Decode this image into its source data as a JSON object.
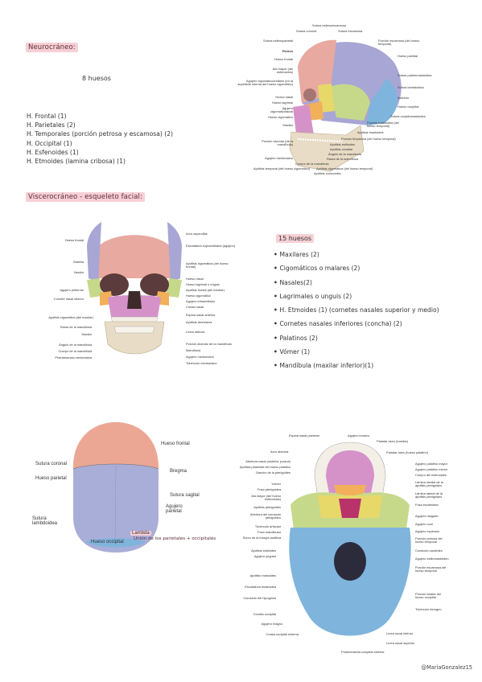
{
  "neuro": {
    "title": "Neurocráneo:",
    "count": "8 huesos",
    "bones": [
      "H. Frontal (1)",
      "H. Parietales (2)",
      "H. Temporales (porción petrosa y escamosa) (2)",
      "H. Occipital (1)",
      "H. Esfenoides (1)",
      "H. Etmoides (lamina cribosa) (1)"
    ],
    "labels_left": [
      "Sutura esfenoparietal",
      "Pterion",
      "Hueso frontal",
      "Ala mayor (del esfenoides)",
      "Agujero cigomaticoorbitario (en la superficie interna del hueso cigomático)",
      "Hueso nasal",
      "Hueso lagrimal",
      "Agujero cigomaticofacial",
      "Hueso cigomático",
      "Maxilar",
      "Porción alveolar (de la mandíbula)",
      "Agujero mentoniano"
    ],
    "labels_top": [
      "Sutura esfenoescamosa",
      "Sutura coronal",
      "Sutura escamosa"
    ],
    "labels_right": [
      "Porción escamosa (del hueso temporal)",
      "Hueso parietal",
      "Sutura parietomastoidea",
      "Sutura lambdoidea",
      "Asterión",
      "Hueso occipital",
      "Sutura occipitomastoidea",
      "Porción mastoidea (del hueso temporal)",
      "Apófisis mastoides",
      "Porción timpánica (del hueso temporal)",
      "Apófisis estiloides",
      "Apófisis cóndilar",
      "Ángulo de la mandíbula",
      "Rama de la mandíbula",
      "Cuerpo de la mandíbula",
      "Apófisis cigomática (del hueso temporal)",
      "Apófisis temporal (del hueso cigomático)",
      "Apófisis coronoides"
    ]
  },
  "visc": {
    "title": "Viscerocráneo - esqueleto facial:",
    "count": "15 huesos",
    "bones": [
      "Maxilares (2)",
      "Cigomáticos o malares (2)",
      "Nasales(2)",
      "Lagrimales o unguis (2)",
      "H. Etmoides (1) (cornetes nasales superior y medio)",
      "Cornetes nasales inferiores (concha) (2)",
      "Palatinos (2)",
      "Vómer (1)",
      "Mandíbula (maxilar inferior)(1)"
    ],
    "labels_left": [
      "Hueso frontal",
      "Glabela",
      "Nasión",
      "Agujero piriforme",
      "Cornete nasal inferior",
      "Apófisis cigomática (del maxilar)",
      "Rama de la mandíbula",
      "Maxilar",
      "Ángulo de la mandíbula",
      "Cuerpo de la mandíbula",
      "Protuberancia mentoniana"
    ],
    "labels_right": [
      "Arco superciliar",
      "Escotadura supraorbitaria (agujero)",
      "Apófisis cigomática (del hueso frontal)",
      "Hueso nasal",
      "Hueso lagrimal o unguis",
      "Apófisis frontal (del maxilar)",
      "Hueso cigomático",
      "Agujero infraorbitario",
      "Cresta nasal",
      "Espina nasal anterior",
      "Apófisis alveolares",
      "Línea oblicua",
      "Porción alveolar de la mandíbula",
      "Mandíbula",
      "Agujero mentoniano",
      "Tubérculo mentoniano"
    ]
  },
  "skullcap": {
    "labels": [
      "Hueso frontal",
      "Sutura coronal",
      "Bregma",
      "Hueso parietal",
      "Sutura sagital",
      "Agujero parietal",
      "Sutura lambdoidea",
      "Lambda",
      "Hueso occipital"
    ],
    "note": "Unión de los parietales + occipitales"
  },
  "base": {
    "labels_top": [
      "Espina nasal posterior",
      "Agujero incisivo",
      "Paladar óseo (maxilar)",
      "Arco alveolar",
      "Paladar óseo (hueso palatino)"
    ],
    "labels_left": [
      "Abertura nasal posterior (coana)",
      "Apófisis piramidal del hueso palatino",
      "Gancho de la pterigoides",
      "Vómer",
      "Fosa pterigoidea",
      "Ala mayor (del hueso esfenoides)",
      "Apófisis pterigoides",
      "Abertura del conducto pterigoideo",
      "Tubérculo articular",
      "Fosa mandibular",
      "Surco de la trompa auditiva",
      "Apófisis estiloides",
      "Agujero yugular",
      "Apófisis mastoides",
      "Escotadura mastoidea",
      "Conducto del hipogloso",
      "Cóndilo occipital",
      "Agujero magno",
      "Cresta occipital externa"
    ],
    "labels_right": [
      "Agujero palatino mayor",
      "Agujero palatino menor",
      "Cuerpo del esfenoides",
      "Lámina medial de la apófisis pterigoides",
      "Lámina lateral de la apófisis pterigoides",
      "Fosa escafoidea",
      "Agujero rasgado",
      "Agujero oval",
      "Agujero espinoso",
      "Porción petrosa del hueso temporal",
      "Conducto carotídeo",
      "Agujero estilomastoideo",
      "Porción escamosa del hueso temporal",
      "Porción basilar del hueso occipital",
      "Tubérculo faríngeo"
    ],
    "labels_bottom": [
      "Línea nucal inferior",
      "Línea nucal superior",
      "Protuberancia occipital externa"
    ]
  },
  "signature": "@MariaGonzalez15",
  "colors": {
    "highlight": "#f7d0d5",
    "frontal": "#e8a9a0",
    "parietal": "#a8a6d4",
    "temporal": "#c6d98b",
    "occipital": "#7fb4dc",
    "sphenoid": "#e7d86a",
    "zygomatic": "#f2b05a",
    "maxilla": "#d592c9",
    "bone": "#e9dcc6"
  }
}
